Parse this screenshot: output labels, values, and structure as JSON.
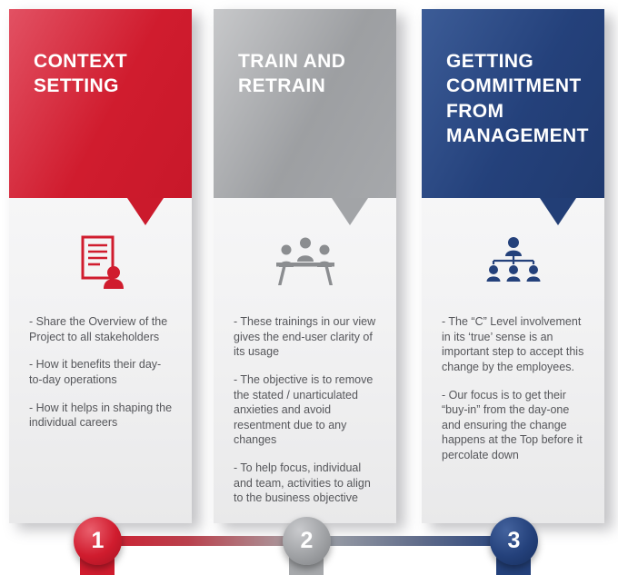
{
  "infographic": {
    "columns": [
      {
        "title": "CONTEXT SETTING",
        "number": "1",
        "icon": "document-person-icon",
        "accent_color": "#d01c2e",
        "points": [
          "- Share the Overview of the Project to all stakeholders",
          "- How it benefits their day-to-day operations",
          "- How it helps in shaping the individual careers"
        ]
      },
      {
        "title": "TRAIN AND RETRAIN",
        "number": "2",
        "icon": "meeting-table-icon",
        "accent_color": "#a7a9ac",
        "points": [
          "- These trainings in our view gives the end-user clarity of its usage",
          "- The objective is to remove the stated / unarticulated anxieties and avoid resentment due to any changes",
          "- To help focus, individual and team, activities to align to the business objective"
        ]
      },
      {
        "title": "GETTING COMMITMENT FROM MANAGEMENT",
        "number": "3",
        "icon": "org-chart-icon",
        "accent_color": "#24417b",
        "points": [
          "- The “C” Level involvement in its ‘true’ sense is an important step to accept this change by the employees.",
          "- Our focus is to get their “buy-in” from the day-one and ensuring the change happens at the Top before it percolate down"
        ]
      }
    ]
  }
}
